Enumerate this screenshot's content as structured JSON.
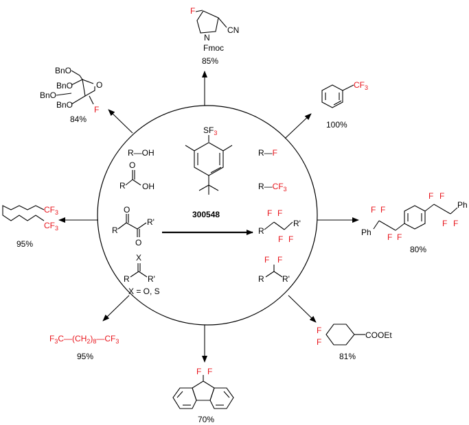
{
  "center": {
    "reagent_group": "SF",
    "reagent_sub": "3",
    "reagent_id": "300548",
    "left_labels": {
      "r_oh": "R—OH",
      "acid_r": "R",
      "acid_oh": "OH",
      "acid_o": "O",
      "diketone_r": "R",
      "diketone_rp": "R'",
      "diketone_o1": "O",
      "diketone_o2": "O",
      "thioketone_x": "X",
      "thioketone_r": "R",
      "thioketone_rp": "R'",
      "x_note": "X = O, S"
    },
    "right_labels": {
      "r_f_r": "R—",
      "r_f_f": "F",
      "r_cf3_r": "R—",
      "r_cf3_cf": "CF",
      "r_cf3_sub": "3",
      "tetra_r": "R",
      "tetra_rp": "R'",
      "gem_r": "R",
      "gem_rp": "R'",
      "f": "F"
    }
  },
  "products": {
    "top": {
      "f": "F",
      "n": "N",
      "cn": "CN",
      "pg": "Fmoc",
      "yield": "85%"
    },
    "upper_left": {
      "bno1": "BnO",
      "bno2": "BnO",
      "bno3": "BnO",
      "bno4": "BnO",
      "o": "O",
      "f": "F",
      "yield": "84%"
    },
    "upper_right": {
      "cf": "CF",
      "sub": "3",
      "yield": "100%"
    },
    "left": {
      "cf_a": "CF",
      "sub_a": "3",
      "cf_b": "CF",
      "sub_b": "3",
      "yield": "95%"
    },
    "right": {
      "ph1": "Ph",
      "ph2": "Ph",
      "f": "F",
      "yield": "80%"
    },
    "lower_left": {
      "f3c": "F",
      "f3c_sub": "3",
      "c_part": "C—(CH",
      "ch_sub": "2",
      "close": ")",
      "n_sub": "8",
      "dash": "—CF",
      "cf_sub": "3",
      "yield": "95%"
    },
    "lower_right": {
      "f": "F",
      "cooet": "COOEt",
      "yield": "81%"
    },
    "bottom": {
      "f": "F",
      "yield": "70%"
    }
  }
}
